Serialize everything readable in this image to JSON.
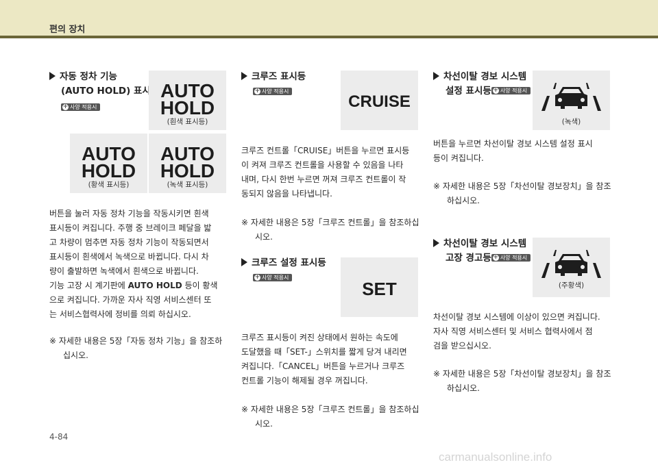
{
  "header": {
    "title": "편의 장치"
  },
  "badge_label": "사양 적용시",
  "col1": {
    "heading_line1": "자동 정차 기능",
    "heading_line2_bold": "(AUTO HOLD)",
    "heading_line2_rest": " 표시등",
    "indicator_line1": "AUTO",
    "indicator_line2": "HOLD",
    "caption_white": "(흰색 표시등)",
    "caption_yellow": "(황색 표시등)",
    "caption_green": "(녹색 표시등)",
    "body_lines": [
      "버튼을 눌러 자동 정차 기능을 작동시키면 흰색",
      "표시등이 켜집니다. 주행 중 브레이크 페달을 밟",
      "고 차량이 멈추면 자동 정차 기능이 작동되면서",
      "표시등이 흰색에서 녹색으로 바뀝니다. 다시 차",
      "량이 출발하면 녹색에서 흰색으로 바뀝니다."
    ],
    "body2_pre": "기능 고장 시 계기판에 ",
    "body2_bold": "AUTO HOLD",
    "body2_post": " 등이 황색",
    "body2_lines": [
      "으로  켜집니다. 가까운 자사 직영 서비스센터 또",
      "는 서비스협력사에 정비를 의뢰 하십시오."
    ],
    "note": "※ 자세한 내용은 5장「자동 정차 기능」을 참조하십시오."
  },
  "col2": {
    "heading1": "크루즈 표시등",
    "indicator1": "CRUISE",
    "body1_lines": [
      "크루즈 컨트롤「CRUISE」버튼을 누르면 표시등",
      "이 켜져 크루즈 컨트롤을 사용할 수 있음을 나타",
      "내며, 다시 한번 누르면 꺼져 크루즈 컨트롤이 작",
      "동되지 않음을 나타냅니다."
    ],
    "note1": "※ 자세한 내용은 5장「크루즈 컨트롤」을 참조하십시오.",
    "heading2": "크루즈 설정 표시등",
    "indicator2": "SET",
    "body2_lines": [
      "크루즈 표시등이 켜진 상태에서 원하는 속도에",
      "도달했을 때「SET-」스위치를 짧게 당겨 내리면",
      "켜집니다.「CANCEL」버튼을 누르거나 크루즈",
      "컨트롤 기능이 해제될 경우 꺼집니다."
    ],
    "note2": "※ 자세한 내용은 5장「크루즈 컨트롤」을 참조하십시오."
  },
  "col3": {
    "heading1_line1": "차선이탈 경보 시스템",
    "heading1_line2": "설정 표시등",
    "caption1": "(녹색)",
    "body1_lines": [
      "버튼을 누르면 차선이탈 경보 시스템 설정 표시",
      "등이 켜집니다."
    ],
    "note1": "※ 자세한 내용은 5장「차선이탈 경보장치」을 참조하십시오.",
    "heading2_line1": "차선이탈 경보 시스템",
    "heading2_line2": "고장 경고등",
    "caption2": "(주황색)",
    "body2_lines": [
      "차선이탈 경보 시스템에 이상이 있으면 켜집니다.",
      "자사 직영 서비스센터 및 서비스 협력사에서 점",
      "검을 받으십시오."
    ],
    "note2": "※ 자세한 내용은 5장「차선이탈 경보장치」을 참조하십시오."
  },
  "page_number": "4-84",
  "watermark": "carmanualsonline.info"
}
